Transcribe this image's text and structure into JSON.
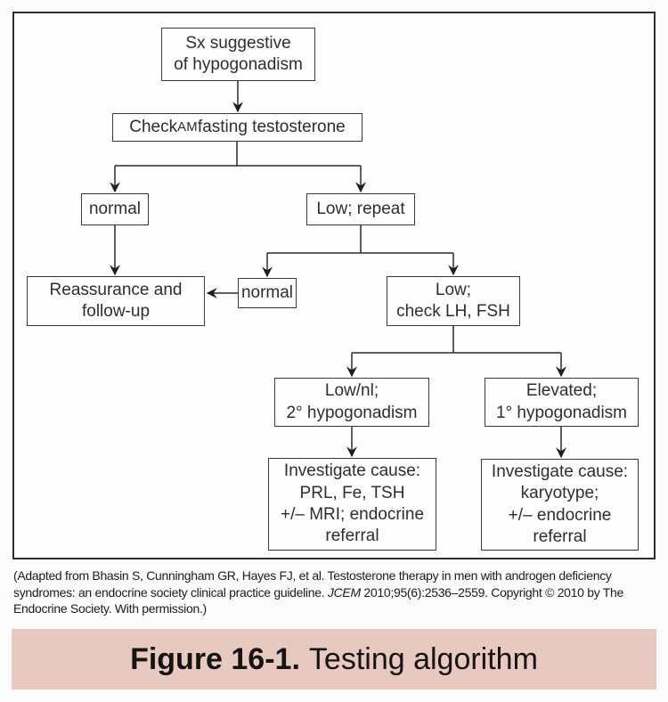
{
  "flowchart": {
    "nodes": {
      "sx": "Sx suggestive\nof hypogonadism",
      "check_am_pre": "Check ",
      "check_am_caps": "AM",
      "check_am_post": " fasting testosterone",
      "normal_first": "normal",
      "low_repeat": "Low; repeat",
      "reassurance": "Reassurance and\nfollow-up",
      "normal_repeat": "normal",
      "low_check": "Low;\ncheck LH, FSH",
      "low_nl": "Low/nl;\n2° hypogonadism",
      "elevated": "Elevated;\n1° hypogonadism",
      "investigate_secondary": "Investigate cause:\nPRL, Fe, TSH\n+/– MRI; endocrine\nreferral",
      "investigate_primary": "Investigate cause:\nkaryotype;\n+/– endocrine\nreferral"
    }
  },
  "citation": {
    "line1": "(Adapted from Bhasin S, Cunningham GR, Hayes FJ, et al. Testosterone therapy in men with androgen deficiency",
    "line2_pre": "syndromes: an endocrine society clinical practice guideline. ",
    "line2_italic": "JCEM",
    "line2_post": " 2010;95(6):2536–2559. Copyright © 2010 by The",
    "line3": "Endocrine Society. With permission.)"
  },
  "figure_caption": {
    "label": "Figure 16-1.",
    "title": "Testing algorithm"
  },
  "colors": {
    "caption_band": "#e7c9c0",
    "line": "#2b2b2b",
    "box_border": "#3a3a3a"
  }
}
